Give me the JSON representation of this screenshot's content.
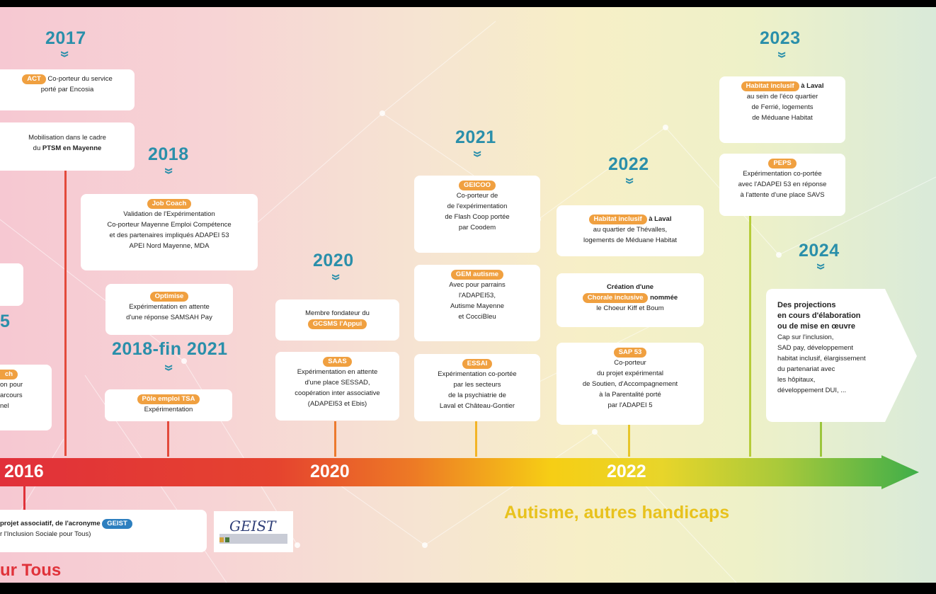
{
  "years": {
    "y2017": "2017",
    "y2018": "2018",
    "y2018fin": "2018-fin 2021",
    "y2020": "2020",
    "y2021": "2021",
    "y2022": "2022",
    "y2023": "2023",
    "y2024": "2024",
    "y2015_partial": "5"
  },
  "axis": {
    "label_2016": "2016",
    "label_2020": "2020",
    "label_2022": "2022"
  },
  "cards": {
    "act": {
      "tag": "ACT",
      "text": "Co-porteur du service",
      "text2": "porté par Encosia"
    },
    "ptsm": {
      "line1": "Mobilisation dans le cadre",
      "line2_prefix": "du ",
      "line2_bold": "PTSM en Mayenne"
    },
    "jobcoach": {
      "tag": "Job Coach",
      "lines": [
        "Validation de l'Expérimentation",
        "Co-porteur Mayenne Emploi Compétence",
        "et des partenaires impliqués ADAPEI 53",
        "APEI Nord Mayenne, MDA"
      ]
    },
    "optimise": {
      "tag": "Optimise",
      "lines": [
        "Expérimentation en attente",
        "d'une réponse SAMSAH Pay"
      ]
    },
    "pole": {
      "tag": "Pôle emploi TSA",
      "lines": [
        "Expérimentation"
      ]
    },
    "left_partial": {
      "tag": "ch",
      "lines": [
        "on pour",
        "arcours",
        "nel"
      ]
    },
    "gcsms": {
      "lines": [
        "Membre fondateur du"
      ],
      "tag": "GCSMS l'Appui"
    },
    "saas": {
      "tag": "SAAS",
      "lines": [
        "Expérimentation en attente",
        "d'une place SESSAD,",
        "coopération inter associative",
        "(ADAPEI53 et Ebis)"
      ]
    },
    "geicoo": {
      "tag": "GEICOO",
      "lines": [
        "Co-porteur de",
        "de l'expérimentation",
        "de Flash Coop portée",
        "par Coodem"
      ]
    },
    "gem": {
      "tag": "GEM autisme",
      "lines": [
        "Avec pour parrains",
        "l'ADAPEI53,",
        "Autisme Mayenne",
        "et CocciBleu"
      ]
    },
    "essai": {
      "tag": "ESSAI",
      "lines": [
        "Expérimentation co-portée",
        "par les secteurs",
        "de la psychiatrie de",
        "Laval et Château-Gontier"
      ]
    },
    "habitat2022": {
      "tag": "Habitat inclusif",
      "tag_suffix": " à Laval",
      "lines": [
        "au quartier de Thévalles,",
        "logements de  Méduane Habitat"
      ]
    },
    "chorale": {
      "line1": "Création d'une",
      "tag": "Chorale inclusive",
      "tag_suffix": " nommée",
      "line3": "le Choeur Kiff et Boum"
    },
    "sap": {
      "tag": "SAP 53",
      "lines": [
        "Co-porteur",
        "du projet expérimental",
        "de Soutien, d'Accompagnement",
        "à la Parentalité porté",
        "par l'ADAPEI 5"
      ]
    },
    "habitat2023": {
      "tag": "Habitat inclusif",
      "tag_suffix": " à Laval",
      "lines": [
        "au sein de l'éco quartier",
        "de Ferrié, logements",
        "de  Méduane Habitat"
      ]
    },
    "peps": {
      "tag": "PEPS",
      "lines": [
        "Expérimentation co-portée",
        "avec l'ADAPEI 53 en réponse",
        "à l'attente d'une place SAVS"
      ]
    },
    "projections": {
      "bold_lines": [
        "Des projections",
        "en cours d'élaboration",
        "ou de mise en œuvre"
      ],
      "lines": [
        "Cap sur l'inclusion,",
        "SAD pay, développement",
        "habitat inclusif, élargissement",
        "du partenariat avec",
        "les hôpitaux,",
        "développement DUI, ..."
      ]
    },
    "geist": {
      "prefix": " projet associatif, de l'acronyme ",
      "tag": "GEIST",
      "line2": "r l'Inclusion Sociale pour Tous)"
    }
  },
  "logo_text": "GEIST",
  "bottom_caption": "Autisme, autres handicaps",
  "pour_tous": "ur Tous",
  "colors": {
    "year_blue": "#2a8faa",
    "tag_orange": "#f0a040",
    "tag_blue": "#2d7fbf",
    "caption_yellow": "#e8c21d",
    "red": "#e0323a",
    "green": "#4aa84a"
  }
}
